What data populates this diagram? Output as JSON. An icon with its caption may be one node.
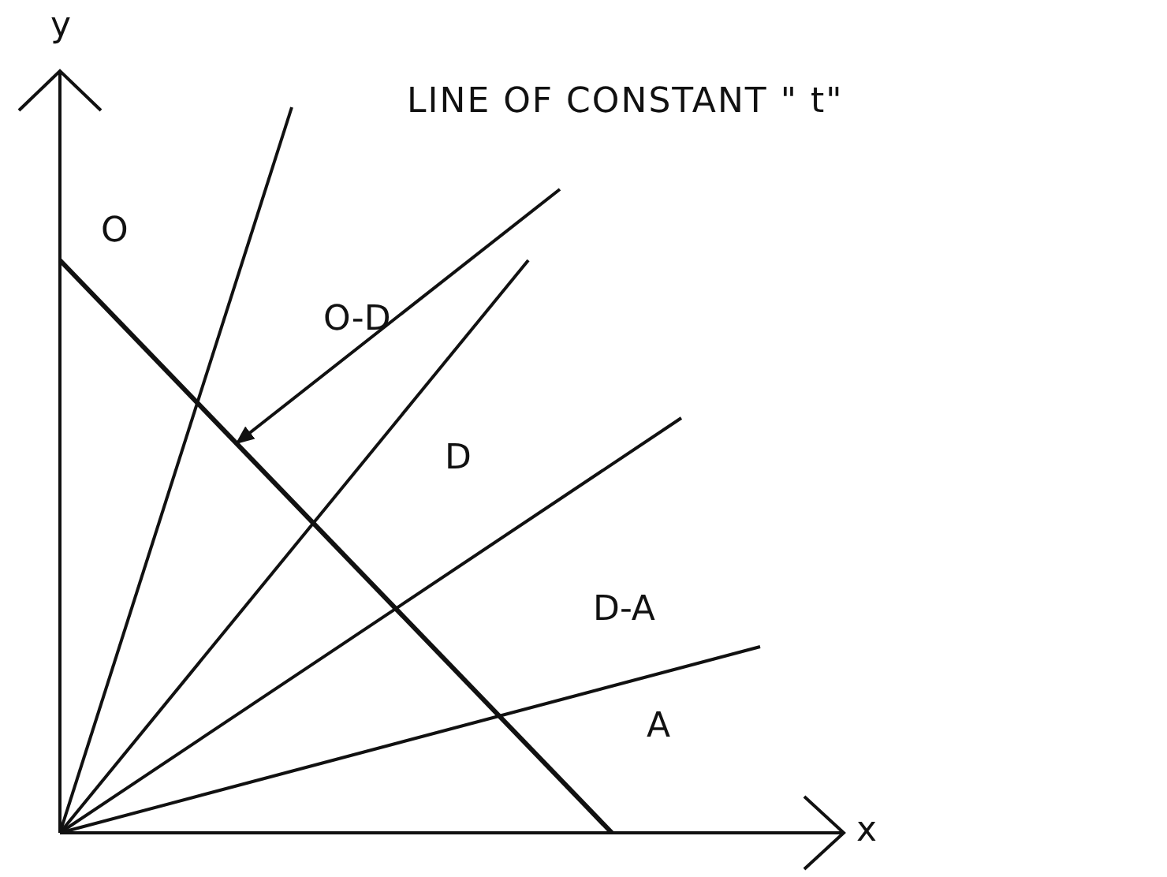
{
  "diagram": {
    "nodes": [
      {
        "text": [
          "LINE OF CONSTANT \" t\""
        ]
      },
      {
        "text": [],
        "shape": "line"
      }
    ],
    "edges": [
      {
        "from": 0,
        "to": 1,
        "arrow": "to"
      }
    ],
    "labels": [
      "y",
      "O",
      "O-D",
      "D",
      "D-A",
      "A",
      "x"
    ]
  }
}
